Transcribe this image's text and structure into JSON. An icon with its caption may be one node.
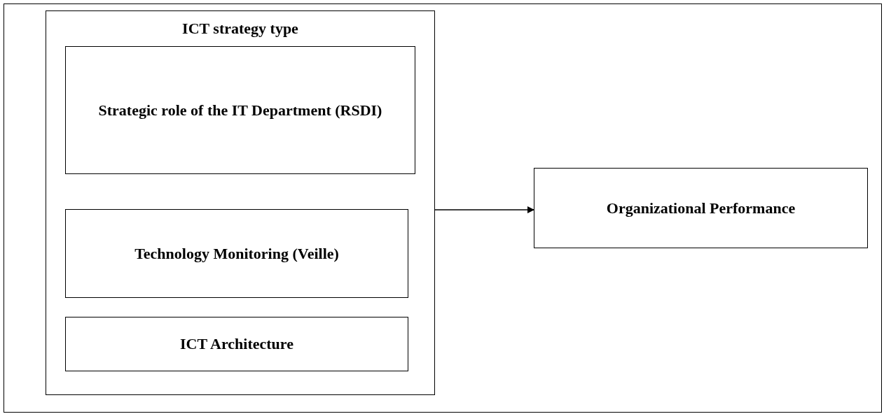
{
  "diagram": {
    "nodes": [
      {
        "text": [
          "ICT strategy type"
        ]
      },
      {
        "text": [
          "Strategic role of the IT Department (RSDI)"
        ],
        "in": 0
      },
      {
        "text": [
          "Technology Monitoring (Veille)"
        ],
        "in": 0
      },
      {
        "text": [
          "ICT Architecture"
        ],
        "in": 0
      },
      {
        "text": [
          "Organizational Performance"
        ]
      }
    ],
    "edges": [
      {
        "from": 0,
        "to": 4,
        "arrow": "to"
      }
    ]
  }
}
